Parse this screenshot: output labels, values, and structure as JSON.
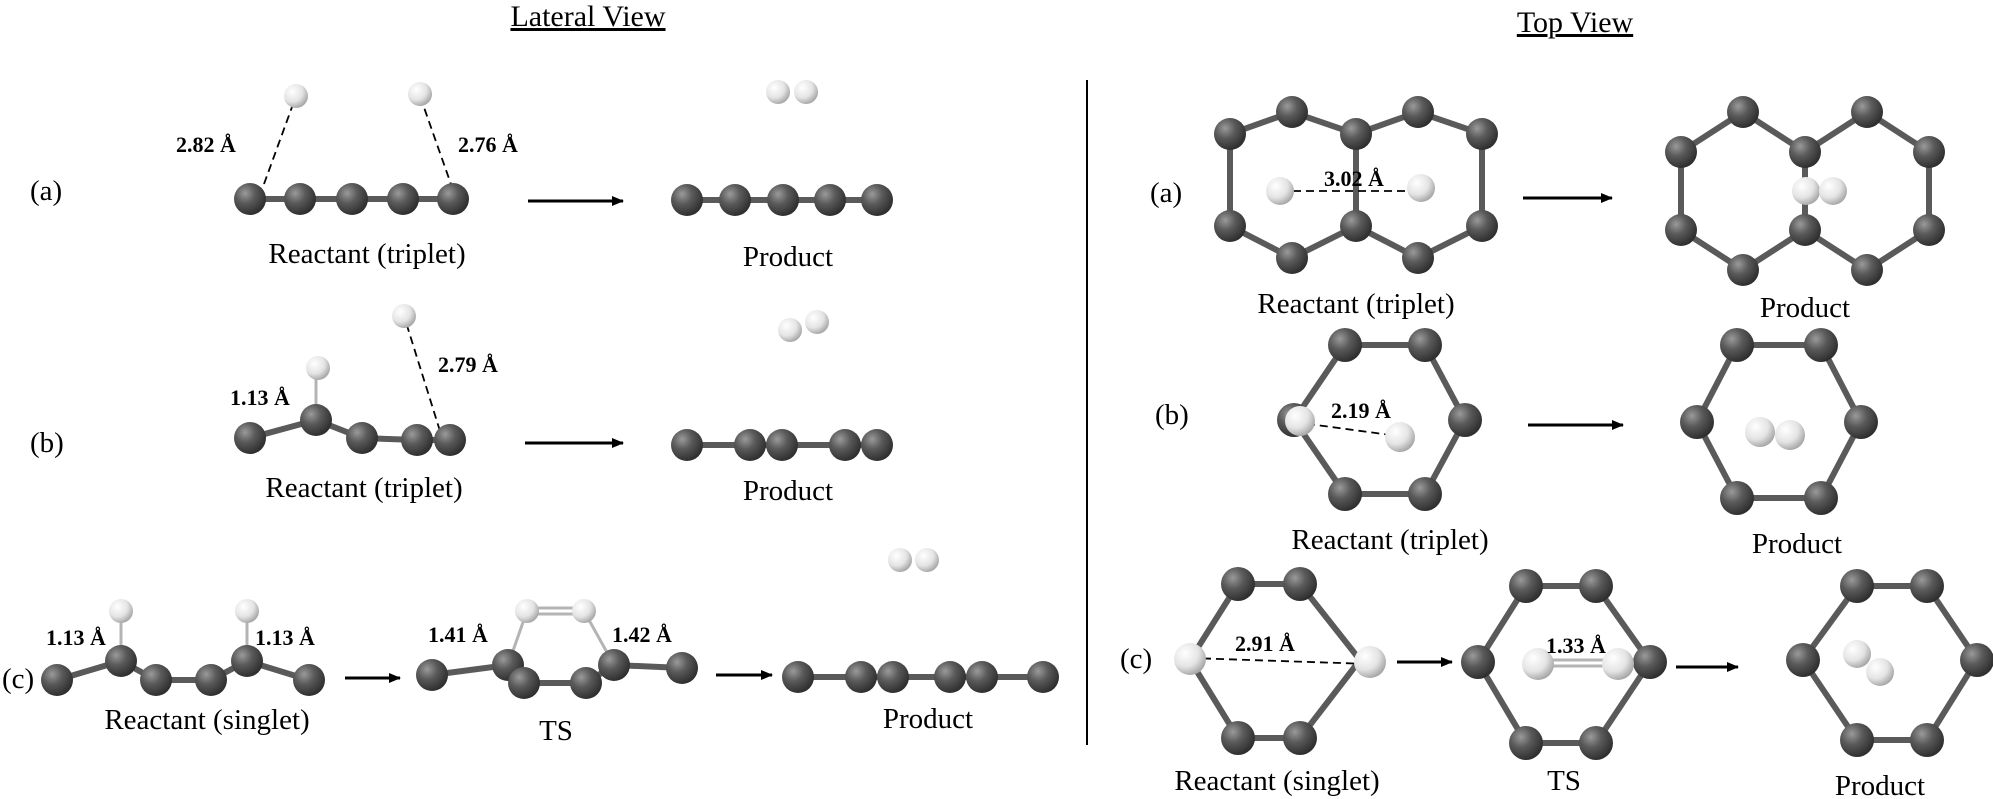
{
  "headers": {
    "lateral": "Lateral View",
    "top": "Top View"
  },
  "panels": {
    "a": "(a)",
    "b": "(b)",
    "c": "(c)"
  },
  "captions": {
    "reactant_triplet": "Reactant (triplet)",
    "reactant_singlet": "Reactant (singlet)",
    "product": "Product",
    "ts": "TS"
  },
  "distances": {
    "lat_a_left": "2.82 Å",
    "lat_a_right": "2.76 Å",
    "lat_b_ch": "1.13 Å",
    "lat_b_far": "2.79 Å",
    "lat_c_ch_left": "1.13 Å",
    "lat_c_ch_right": "1.13 Å",
    "lat_c_ts_left": "1.41 Å",
    "lat_c_ts_right": "1.42 Å",
    "top_a": "3.02 Å",
    "top_b": "2.19 Å",
    "top_c_reactant": "2.91 Å",
    "top_c_ts": "1.33 Å"
  },
  "colors": {
    "carbon": "#505050",
    "hydrogen": "#e6e6e6",
    "bond": "#5a5a5a",
    "background": "#ffffff"
  }
}
